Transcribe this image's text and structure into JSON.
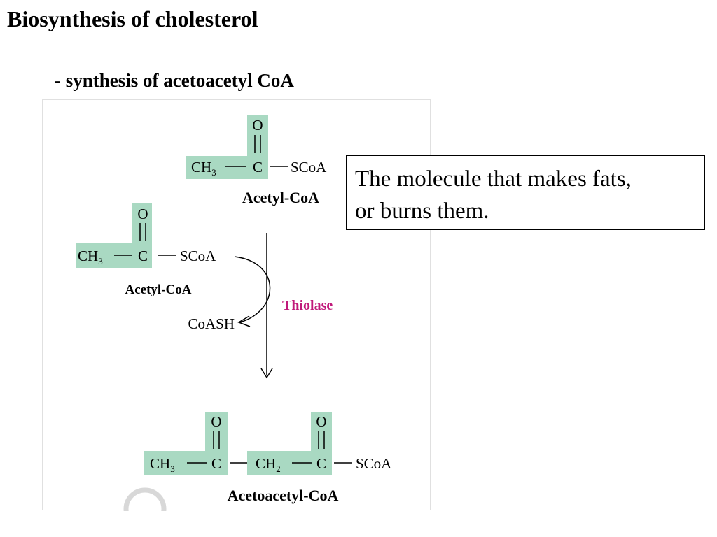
{
  "slide": {
    "title": "Biosynthesis of cholesterol",
    "subtitle": "- synthesis of acetoacetyl CoA"
  },
  "note": {
    "line1": "The molecule that makes fats,",
    "line2": "or burns them."
  },
  "diagram": {
    "reactant1": {
      "name": "Acetyl-CoA",
      "oxygen": "O",
      "methyl": "CH",
      "methyl_sub": "3",
      "carbon": "C",
      "thioester": "SCoA"
    },
    "reactant2": {
      "name": "Acetyl-CoA",
      "oxygen": "O",
      "methyl": "CH",
      "methyl_sub": "3",
      "carbon": "C",
      "thioester": "SCoA"
    },
    "byproduct": "CoASH",
    "enzyme": "Thiolase",
    "product": {
      "name": "Acetoacetyl-CoA",
      "oxygen1": "O",
      "oxygen2": "O",
      "methyl": "CH",
      "methyl_sub": "3",
      "carbon1": "C",
      "methylene": "CH",
      "methylene_sub": "2",
      "carbon2": "C",
      "thioester": "SCoA"
    },
    "colors": {
      "highlight": "#a9d9c2",
      "enzyme": "#c0187a"
    }
  }
}
